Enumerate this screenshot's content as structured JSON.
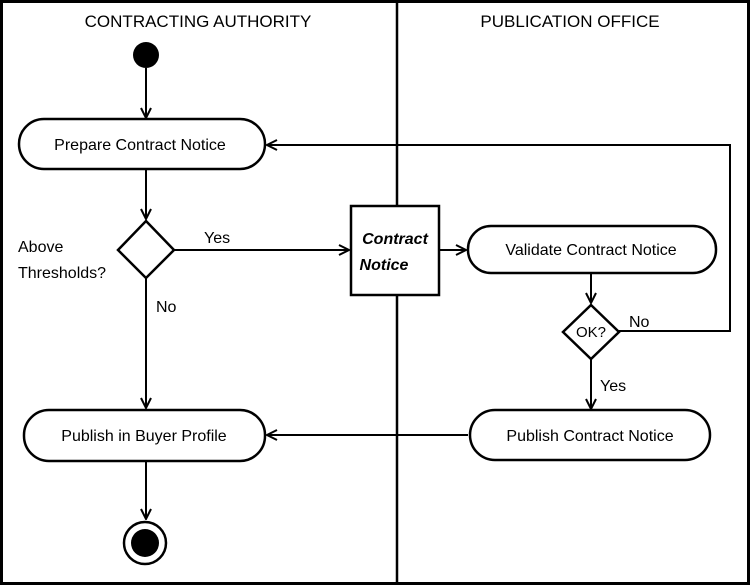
{
  "lanes": {
    "left": "CONTRACTING AUTHORITY",
    "right": "PUBLICATION OFFICE"
  },
  "nodes": {
    "prepare": "Prepare Contract Notice",
    "validate": "Validate Contract Notice",
    "publish_notice": "Publish Contract Notice",
    "publish_buyer": "Publish in Buyer Profile"
  },
  "object": {
    "line1": "Contract",
    "line2": "Notice"
  },
  "decisions": {
    "thresholds_line1": "Above",
    "thresholds_line2": "Thresholds?",
    "ok": "OK?"
  },
  "edges": {
    "yes_thresholds": "Yes",
    "no_thresholds": "No",
    "no_ok": "No",
    "yes_ok": "Yes"
  }
}
